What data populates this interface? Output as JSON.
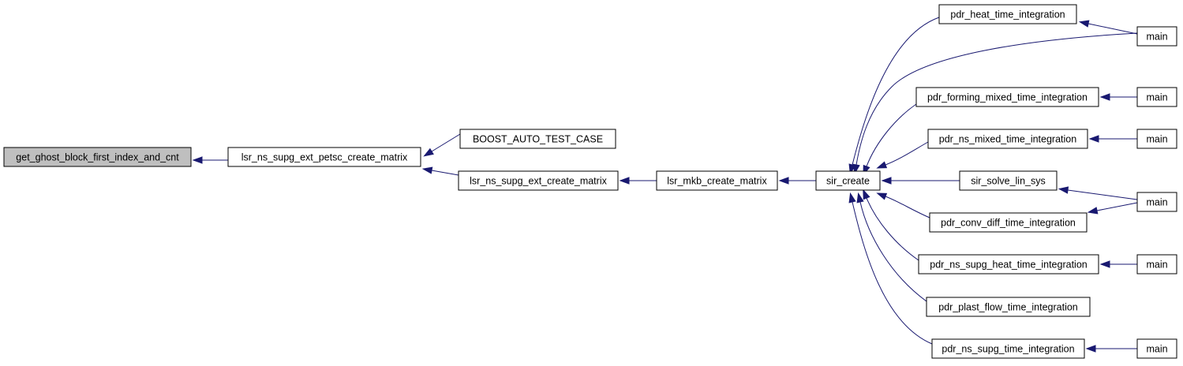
{
  "graph": {
    "colors": {
      "edge": "#191970",
      "node_fill": "#ffffff",
      "highlight_fill": "#bfbfbf",
      "border": "#000000"
    },
    "nodes": [
      {
        "id": "n0",
        "label": "get_ghost_block_first_index_and_cnt",
        "highlighted": true
      },
      {
        "id": "n1",
        "label": "lsr_ns_supg_ext_petsc_create_matrix"
      },
      {
        "id": "n2",
        "label": "BOOST_AUTO_TEST_CASE"
      },
      {
        "id": "n3",
        "label": "lsr_ns_supg_ext_create_matrix"
      },
      {
        "id": "n4",
        "label": "lsr_mkb_create_matrix"
      },
      {
        "id": "n5",
        "label": "sir_create"
      },
      {
        "id": "n6",
        "label": "pdr_heat_time_integration"
      },
      {
        "id": "n7",
        "label": "pdr_forming_mixed_time_integration"
      },
      {
        "id": "n8",
        "label": "pdr_ns_mixed_time_integration"
      },
      {
        "id": "n9",
        "label": "sir_solve_lin_sys"
      },
      {
        "id": "n10",
        "label": "pdr_conv_diff_time_integration"
      },
      {
        "id": "n11",
        "label": "pdr_ns_supg_heat_time_integration"
      },
      {
        "id": "n12",
        "label": "pdr_plast_flow_time_integration"
      },
      {
        "id": "n13",
        "label": "pdr_ns_supg_time_integration"
      },
      {
        "id": "m1",
        "label": "main"
      },
      {
        "id": "m2",
        "label": "main"
      },
      {
        "id": "m3",
        "label": "main"
      },
      {
        "id": "m4",
        "label": "main"
      },
      {
        "id": "m5",
        "label": "main"
      },
      {
        "id": "m6",
        "label": "main"
      }
    ],
    "edges": [
      [
        "n1",
        "n0"
      ],
      [
        "n2",
        "n1"
      ],
      [
        "n3",
        "n1"
      ],
      [
        "n4",
        "n3"
      ],
      [
        "n5",
        "n4"
      ],
      [
        "n6",
        "n5"
      ],
      [
        "m1",
        "n5"
      ],
      [
        "n7",
        "n5"
      ],
      [
        "n8",
        "n5"
      ],
      [
        "n9",
        "n5"
      ],
      [
        "n10",
        "n5"
      ],
      [
        "n11",
        "n5"
      ],
      [
        "n12",
        "n5"
      ],
      [
        "n13",
        "n5"
      ],
      [
        "m1",
        "n6"
      ],
      [
        "m2",
        "n7"
      ],
      [
        "m3",
        "n8"
      ],
      [
        "m4",
        "n9"
      ],
      [
        "m4",
        "n10"
      ],
      [
        "m5",
        "n11"
      ],
      [
        "m6",
        "n13"
      ]
    ]
  }
}
